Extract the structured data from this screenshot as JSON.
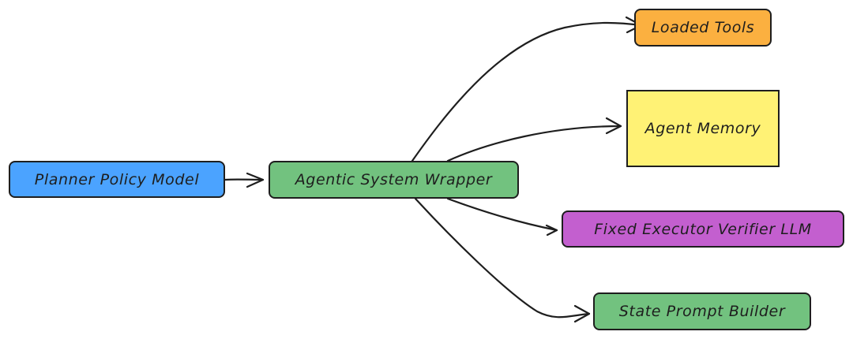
{
  "diagram": {
    "nodes": [
      {
        "id": "planner",
        "label": "Planner Policy Model",
        "fill": "#4ba3ff"
      },
      {
        "id": "wrapper",
        "label": "Agentic System Wrapper",
        "fill": "#72c27f"
      },
      {
        "id": "tools",
        "label": "Loaded Tools",
        "fill": "#fbb040"
      },
      {
        "id": "memory",
        "label": "Agent Memory",
        "fill": "#fff275"
      },
      {
        "id": "executor",
        "label": "Fixed Executor Verifier LLM",
        "fill": "#c35fcf"
      },
      {
        "id": "state",
        "label": "State Prompt Builder",
        "fill": "#72c27f"
      }
    ],
    "edges": [
      {
        "from": "planner",
        "to": "wrapper"
      },
      {
        "from": "wrapper",
        "to": "tools"
      },
      {
        "from": "wrapper",
        "to": "memory"
      },
      {
        "from": "wrapper",
        "to": "executor"
      },
      {
        "from": "wrapper",
        "to": "state"
      }
    ],
    "stroke_color": "#1e1e1e"
  }
}
